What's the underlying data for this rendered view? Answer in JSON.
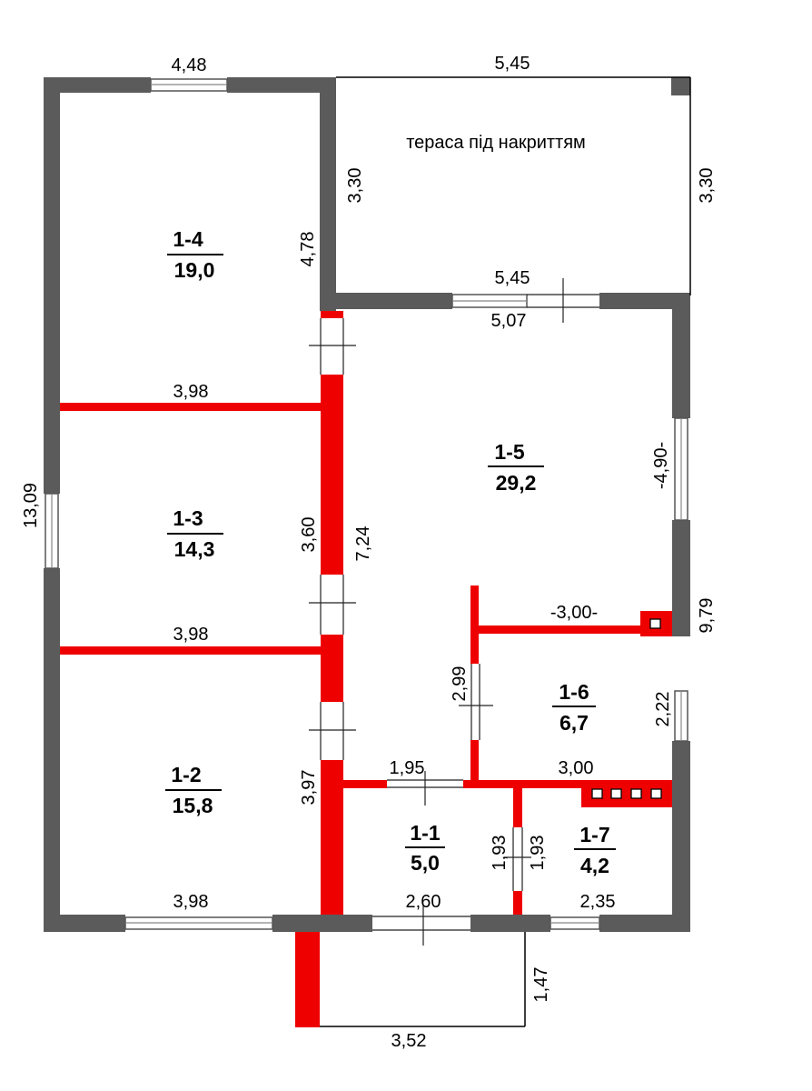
{
  "terrace": {
    "label": "тераса під накриттям"
  },
  "rooms": [
    {
      "id": "1-4",
      "area": "19,0"
    },
    {
      "id": "1-3",
      "area": "14,3"
    },
    {
      "id": "1-2",
      "area": "15,8"
    },
    {
      "id": "1-5",
      "area": "29,2"
    },
    {
      "id": "1-6",
      "area": "6,7"
    },
    {
      "id": "1-1",
      "area": "5,0"
    },
    {
      "id": "1-7",
      "area": "4,2"
    }
  ],
  "dimensions": {
    "top_left_width": "4,48",
    "top_terrace_width": "5,45",
    "terrace_left_height": "3,30",
    "terrace_right_height": "3,30",
    "room14_right": "4,78",
    "terrace_bottom": "5,45",
    "room15_top": "5,07",
    "room14_bottom": "3,98",
    "total_height": "13,09",
    "room13_right": "3,60",
    "corridor_wall": "7,24",
    "room15_right": "-4,90-",
    "room13_bottom": "3,98",
    "partition_16_top": "-3,00-",
    "right_lower": "9,79",
    "room16_left": "2,99",
    "room16_right": "2,22",
    "room12_right": "3,97",
    "room11_top": "1,95",
    "room17_top": "3,00",
    "room11_right": "1,93",
    "room17_left": "1,93",
    "room12_bottom": "3,98",
    "room11_bottom": "2,60",
    "room17_bottom": "2,35",
    "porch_height": "1,47",
    "porch_width": "3,52"
  }
}
